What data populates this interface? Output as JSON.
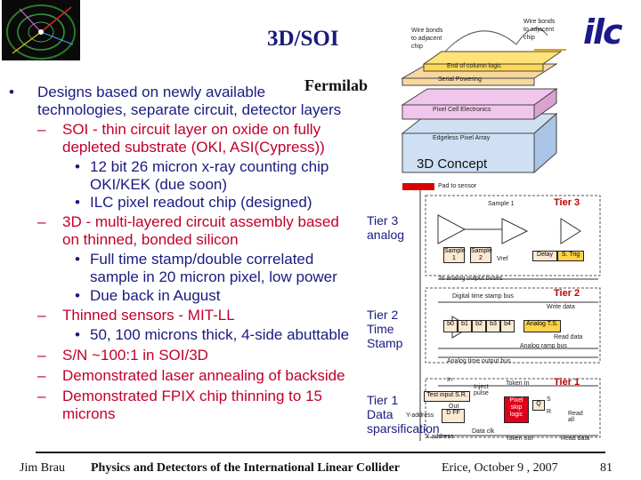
{
  "slide": {
    "title": "3D/SOI",
    "subtitle": "Fermilab",
    "logo": "ilc",
    "bullets": [
      {
        "level": 1,
        "marker": "•",
        "text": "Designs based on newly available"
      },
      {
        "level": 1,
        "marker": "",
        "text": "technologies, separate circuit, detector layers"
      },
      {
        "level": 2,
        "marker": "–",
        "text": "SOI - thin circuit layer on oxide on fully"
      },
      {
        "level": 2,
        "marker": "",
        "text": "depleted substrate (OKI, ASI(Cypress))"
      },
      {
        "level": 3,
        "marker": "•",
        "text": "12 bit 26 micron x-ray counting chip"
      },
      {
        "level": 3,
        "marker": "",
        "text": "OKI/KEK (due soon)"
      },
      {
        "level": 3,
        "marker": "•",
        "text": "ILC pixel readout chip (designed)"
      },
      {
        "level": 2,
        "marker": "–",
        "text": "3D - multi-layered circuit assembly based"
      },
      {
        "level": 2,
        "marker": "",
        "text": "on thinned, bonded silicon"
      },
      {
        "level": 3,
        "marker": "•",
        "text": "Full time stamp/double correlated"
      },
      {
        "level": 3,
        "marker": "",
        "text": "sample in 20 micron pixel, low power"
      },
      {
        "level": 3,
        "marker": "•",
        "text": "Due back in August"
      },
      {
        "level": 2,
        "marker": "–",
        "text": "Thinned sensors - MIT-LL"
      },
      {
        "level": 3,
        "marker": "•",
        "text": "50, 100 microns thick, 4-side abuttable"
      },
      {
        "level": 2,
        "marker": "–",
        "text": "S/N ~100:1 in SOI/3D"
      },
      {
        "level": 2,
        "marker": "–",
        "text": "Demonstrated laser annealing of backside"
      },
      {
        "level": 2,
        "marker": "–",
        "text": "Demonstrated FPIX chip thinning to 15"
      },
      {
        "level": 2,
        "marker": "",
        "text": "microns"
      }
    ],
    "concept_diagram": {
      "wire_bonds_left": [
        "Wire bonds",
        "to adjacent",
        "chip"
      ],
      "wire_bonds_right": [
        "Wire bonds",
        "to adjacent",
        "chip"
      ],
      "layers": [
        "End of column logic",
        "Serial Powering",
        "Pixel Cell Electronics",
        "Edgeless Pixel Array"
      ],
      "caption": "3D Concept"
    },
    "tiers": {
      "tier3_label": [
        "Tier 3",
        "analog"
      ],
      "tier2_label": [
        "Tier 2",
        "Time",
        "Stamp"
      ],
      "tier1_label": [
        "Tier 1",
        "Data",
        "sparsification"
      ],
      "tier3_tag": "Tier 3",
      "tier2_tag": "Tier 2",
      "tier1_tag": "Tier 1",
      "t3": {
        "pad": "Pad to sensor",
        "sample1": "Sample 1",
        "sampleA": "Sample 1",
        "sampleB": "Sample 2",
        "vref": "Vref",
        "delay": "Delay",
        "trig": "S. Trig",
        "buses": "To analog output buses"
      },
      "t2": {
        "bus": "Digital time stamp bus",
        "write": "Write data",
        "bits": [
          "b0",
          "b1",
          "b2",
          "b3",
          "b4"
        ],
        "analog_ts": "Analog T.S.",
        "read": "Read data",
        "ramp": "Analog ramp bus",
        "out_bus": "Analog time output bus"
      },
      "t1": {
        "in": "In",
        "inject": "Inject pulse",
        "test": "Test input S.R.",
        "out": "Out",
        "token_in": "Token In",
        "yaddr": "Y-address",
        "dff": "D FF",
        "pixel_skip": "Pixel skip logic",
        "q": "Q",
        "s": "S",
        "r": "R",
        "read_all": "Read all",
        "data_clk": "Data clk",
        "xaddr": "X address",
        "token_out": "Token out",
        "read_data": "Read data"
      }
    },
    "footer": {
      "author": "Jim Brau",
      "course": "Physics and Detectors of the International Linear Collider",
      "venue": "Erice, October 9 , 2007",
      "page": "81"
    }
  }
}
